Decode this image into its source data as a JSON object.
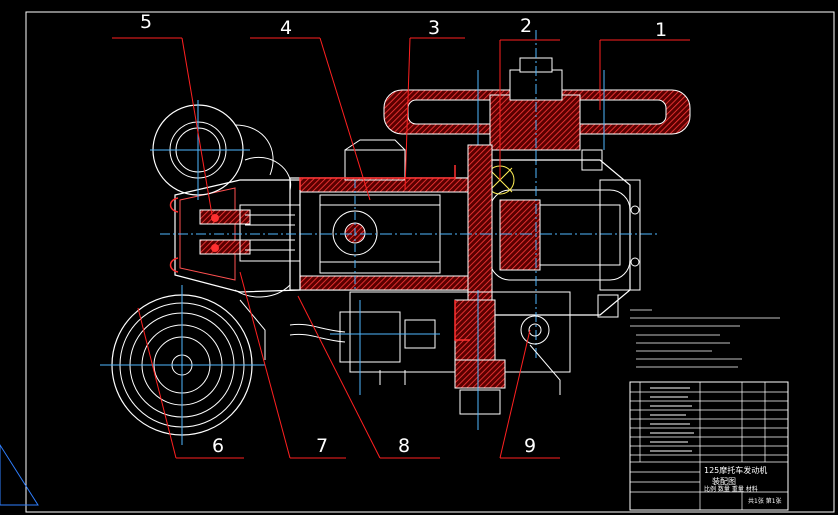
{
  "drawing": {
    "part_labels": [
      "1",
      "2",
      "3",
      "4",
      "5",
      "6",
      "7",
      "8",
      "9"
    ],
    "title_block": {
      "drawing_title": "125摩托车发动机",
      "subtitle": "装配图",
      "scale_row": "比例 数量 重量 材料",
      "sheet_label": "共1张 第1张"
    }
  },
  "colors": {
    "background": "#000000",
    "outline": "#ffffff",
    "section": "#ff3030",
    "centerline": "#4fb7ff",
    "leader": "#ff2020"
  }
}
